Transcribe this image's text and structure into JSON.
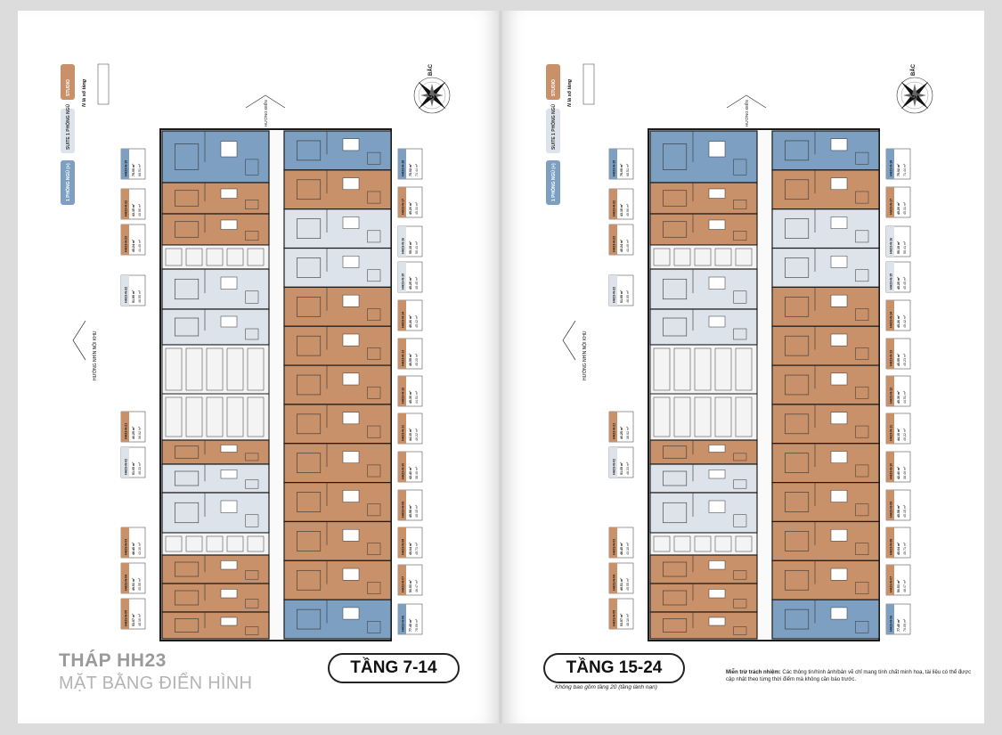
{
  "left_page": {
    "title": "THÁP HH23",
    "subtitle": "MẶT BẰNG ĐIỂN HÌNH",
    "floor_label": "TẦNG 7-14",
    "legend": {
      "studio": "STUDIO",
      "suite": "SUITE 1 PHÒNG NGỦ",
      "one_bed": "1 PHÒNG NGỦ (+)",
      "floor_note": "N là số tầng"
    },
    "direction_west": "HƯỚNG ĐIỂN",
    "direction_inner": "HƯỚNG NHÌN NỘI KHU",
    "north": "BẮC",
    "units_left": [
      {
        "code": "HH23-N-15",
        "a": "75.05 m²",
        "b": "68.51 m²",
        "type": "1br"
      },
      {
        "code": "HH23-N-22",
        "a": "43.15 m²",
        "b": "40.90 m²",
        "type": "studio"
      },
      {
        "code": "HH23-N-23",
        "a": "45.24 m²",
        "b": "41.40 m²",
        "type": "studio"
      },
      {
        "code": "HH23-N-22",
        "a": "51.95 m²",
        "b": "46.05 m²",
        "type": "suite"
      },
      {
        "code": "HH23-N-21",
        "a": "40.25 m²",
        "b": "36.02 m²",
        "type": "studio"
      },
      {
        "code": "HH23-N-02",
        "a": "51.05 m²",
        "b": "46.33 m²",
        "type": "suite"
      },
      {
        "code": "HH23-N-03",
        "a": "48.45 m²",
        "b": "43.10 m²",
        "type": "studio"
      },
      {
        "code": "HH23-N-04",
        "a": "49.51 m²",
        "b": "45.55 m²",
        "type": "studio"
      },
      {
        "code": "HH23-N-05",
        "a": "53.57 m²",
        "b": "48.10 m²",
        "type": "studio"
      }
    ],
    "units_right": [
      {
        "code": "HH23-N-18",
        "a": "75.02 m²",
        "b": "71.44 m²",
        "type": "1br"
      },
      {
        "code": "HH23-N-17",
        "a": "45.20 m²",
        "b": "45.31 m²",
        "type": "studio"
      },
      {
        "code": "HH23-N-16",
        "a": "55.15 m²",
        "b": "50.41 m²",
        "type": "suite"
      },
      {
        "code": "HH23-N-15",
        "a": "45.25 m²",
        "b": "45.45 m²",
        "type": "suite"
      },
      {
        "code": "HH23-N-14",
        "a": "45.26 m²",
        "b": "45.42 m²",
        "type": "studio"
      },
      {
        "code": "HH23-N-13",
        "a": "45.55 m²",
        "b": "45.23 m²",
        "type": "studio"
      },
      {
        "code": "HH23-N-12",
        "a": "45.30 m²",
        "b": "44.51 m²",
        "type": "studio"
      },
      {
        "code": "HH23-N-11",
        "a": "44.15 m²",
        "b": "40.22 m²",
        "type": "studio"
      },
      {
        "code": "HH23-N-10",
        "a": "42.40 m²",
        "b": "38.40 m²",
        "type": "studio"
      },
      {
        "code": "HH23-N-09",
        "a": "45.58 m²",
        "b": "45.15 m²",
        "type": "studio"
      },
      {
        "code": "HH23-N-08",
        "a": "45.64 m²",
        "b": "45.71 m²",
        "type": "studio"
      },
      {
        "code": "HH23-N-07",
        "a": "50.53 m²",
        "b": "46.47 m²",
        "type": "studio"
      },
      {
        "code": "HH23-N-06",
        "a": "77.45 m²",
        "b": "70.09 m²",
        "type": "1br"
      }
    ]
  },
  "right_page": {
    "floor_label": "TẦNG 15-24",
    "floor_note": "Không bao gồm tầng 20 (tầng lánh nạn)",
    "disclaimer_title": "Miễn trừ trách nhiệm:",
    "disclaimer_body": "Các thông tin/hình ảnh/bản vẽ chỉ mang tính chất minh hoạ, tài liệu có thể được cập nhật theo từng thời điểm mà không cần báo trước.",
    "legend": {
      "studio": "STUDIO",
      "suite": "SUITE 1 PHÒNG NGỦ",
      "one_bed": "1 PHÒNG NGỦ (+)",
      "floor_note": "N là số tầng"
    },
    "direction_west": "HƯỚNG ĐIỂN",
    "direction_inner": "HƯỚNG NHÌN NỘI KHU",
    "north": "BẮC"
  },
  "colors": {
    "studio": "#c9916a",
    "suite": "#dde3ea",
    "one_bed": "#7d9fc2",
    "wall": "#1a1a1a",
    "core": "#f4f4f4"
  }
}
